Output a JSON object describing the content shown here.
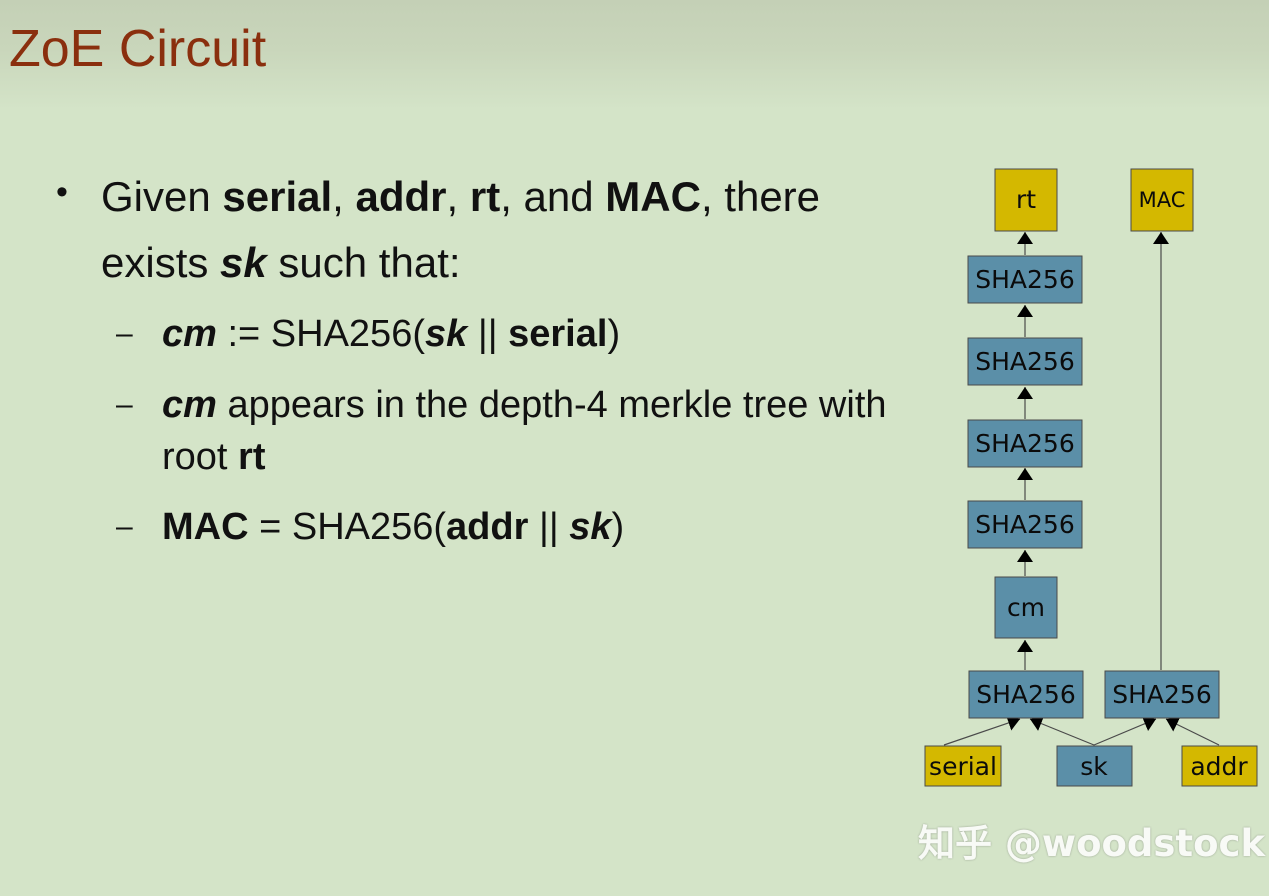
{
  "slide": {
    "title": "ZoE Circuit"
  },
  "bullet": {
    "given": "Given ",
    "serial": "serial",
    "comma1": ", ",
    "addr": "addr",
    "comma2": ", ",
    "rt": "rt",
    "and": ", and ",
    "mac": "MAC",
    "there": ", there exists ",
    "sk": "sk",
    "such_that": " such that",
    "colon": ":"
  },
  "sub1": {
    "cm": "cm",
    "assign": " := SHA256(",
    "sk": "sk",
    "concat": " || ",
    "serial": "serial",
    "close": ")"
  },
  "sub2": {
    "cm": "cm",
    "text": " appears in the depth-4 merkle tree with root ",
    "rt": "rt"
  },
  "sub3": {
    "mac": "MAC",
    "eq": " = SHA256(",
    "addr": "addr",
    "concat": " || ",
    "sk": "sk",
    "close": ")"
  },
  "dash": "–",
  "bullet_symbol": "•",
  "diagram": {
    "colors": {
      "input_fill": "#d4b800",
      "hash_fill": "#5b8fa8",
      "stroke": "#4a4a4a"
    },
    "nodes": {
      "rt": "rt",
      "mac": "MAC",
      "sha_1": "SHA256",
      "sha_2": "SHA256",
      "sha_3": "SHA256",
      "sha_4": "SHA256",
      "cm": "cm",
      "sha_5": "SHA256",
      "sha_6": "SHA256",
      "serial": "serial",
      "sk": "sk",
      "addr": "addr"
    }
  },
  "watermark": "知乎 @woodstock"
}
